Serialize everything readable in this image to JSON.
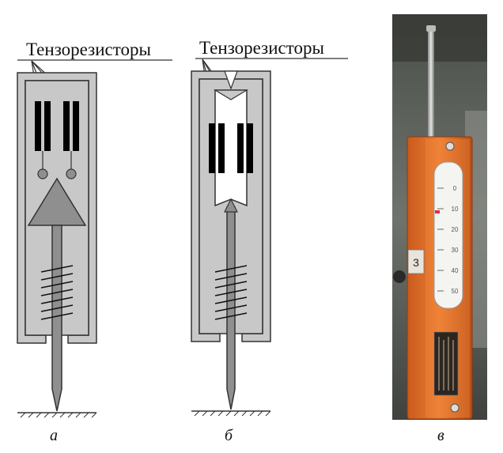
{
  "diagram_a": {
    "label": "Тензорезисторы",
    "caption": "а"
  },
  "diagram_b": {
    "label": "Тензорезисторы",
    "caption": "б"
  },
  "photo_c": {
    "caption": "в",
    "scale_ticks": [
      "0",
      "10",
      "20",
      "30",
      "40",
      "50"
    ],
    "side_label": "3"
  },
  "colors": {
    "body_fill": "#c8c8c8",
    "outline": "#333333",
    "arrow_fill": "#8f8f8f",
    "gauge_black": "#000000",
    "device_orange": "#e2702a"
  }
}
